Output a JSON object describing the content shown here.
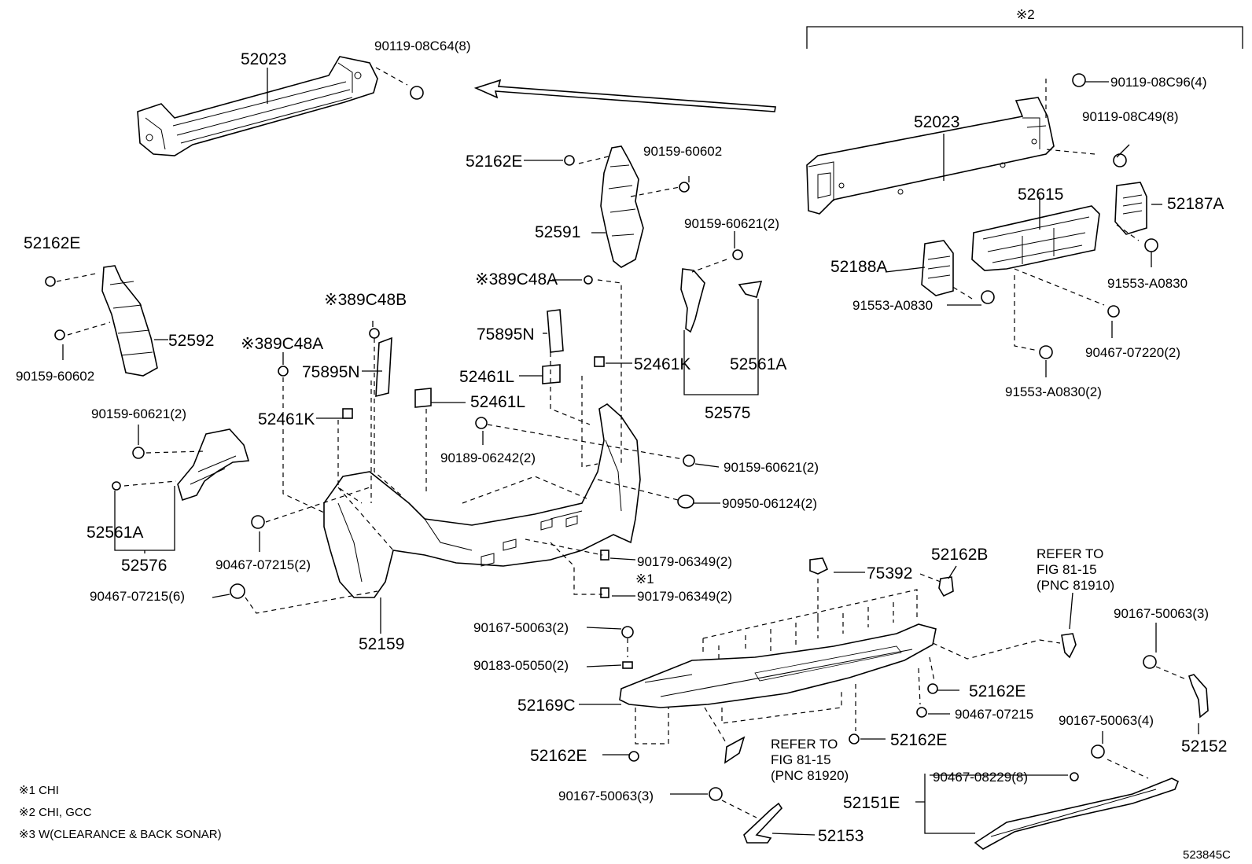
{
  "labels": {
    "l01": "52023",
    "l02": "90119-08C64(8)",
    "l03": "※2",
    "l04": "90119-08C96(4)",
    "l05": "52023",
    "l06": "90119-08C49(8)",
    "l07": "52162E",
    "l08": "90159-60602",
    "l09": "52615",
    "l10": "52187A",
    "l11": "52591",
    "l12": "90159-60621(2)",
    "l13": "52162E",
    "l14": "52188A",
    "l15": "91553-A0830",
    "l16": "91553-A0830",
    "l17": "※389C48A",
    "l18": "52592",
    "l19": "90159-60602",
    "l20": "※389C48B",
    "l21": "75895N",
    "l22": "※389C48A",
    "l23": "75895N",
    "l24": "52461K",
    "l25": "52561A",
    "l26": "90467-07220(2)",
    "l27": "52461L",
    "l28": "52461L",
    "l29": "52575",
    "l30": "91553-A0830(2)",
    "l31": "90159-60621(2)",
    "l32": "52461K",
    "l33": "90189-06242(2)",
    "l34": "90159-60621(2)",
    "l35": "90950-06124(2)",
    "l36": "52561A",
    "l37": "52576",
    "l38": "90467-07215(2)",
    "l39": "90179-06349(2)",
    "l40": "※1",
    "l41": "90179-06349(2)",
    "l42": "90467-07215(6)",
    "l43": "52159",
    "l44": "75392",
    "l45": "52162B",
    "l46": "REFER TO",
    "l47": "FIG 81-15",
    "l48": "(PNC 81910)",
    "l49": "90167-50063(2)",
    "l50": "90183-05050(2)",
    "l51": "90167-50063(3)",
    "l52": "52169C",
    "l53": "52162E",
    "l54": "90467-07215",
    "l55": "52162E",
    "l56": "REFER TO",
    "l57": "FIG 81-15",
    "l58": "(PNC 81920)",
    "l59": "52162E",
    "l60": "90167-50063(4)",
    "l61": "52152",
    "l62": "90467-08229(8)",
    "l63": "90167-50063(3)",
    "l64": "52151E",
    "l65": "52153"
  },
  "notes": {
    "n1": "※1  CHI",
    "n2": "※2  CHI, GCC",
    "n3": "※3  W(CLEARANCE & BACK SONAR)"
  },
  "figure_id": "523845C"
}
